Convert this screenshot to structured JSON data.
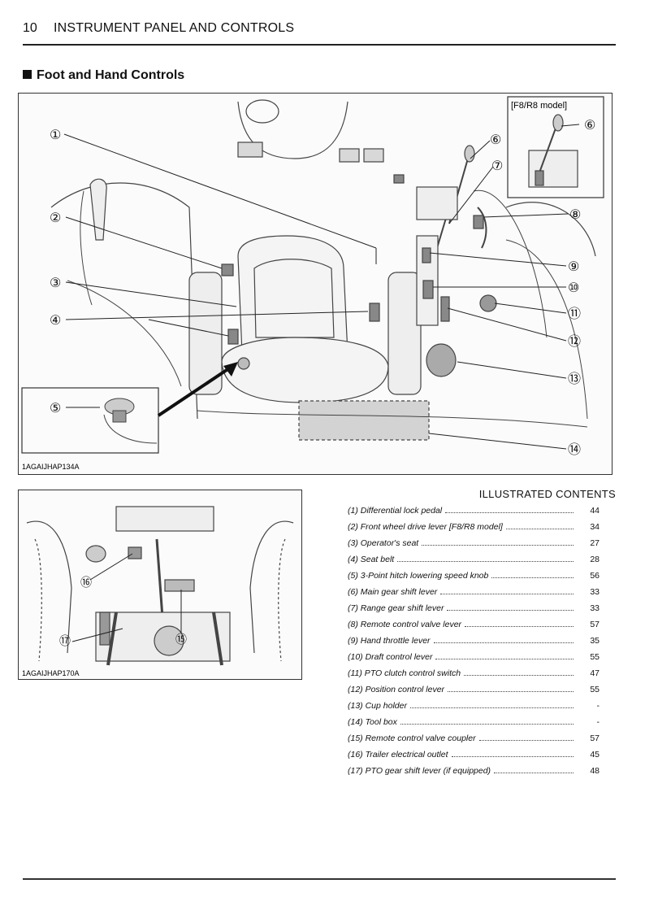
{
  "header": {
    "page_number": "10",
    "title": "INSTRUMENT PANEL AND CONTROLS"
  },
  "section": {
    "title": "Foot and Hand Controls"
  },
  "figure_main": {
    "inset_label": "[F8/R8 model]",
    "code": "1AGAIJHAP134A",
    "callouts": [
      "①",
      "②",
      "③",
      "④",
      "⑤",
      "⑥",
      "⑦",
      "⑧",
      "⑨",
      "⑩",
      "⑪",
      "⑫",
      "⑬",
      "⑭"
    ]
  },
  "figure_bottom": {
    "code": "1AGAIJHAP170A",
    "callouts": [
      "⑮",
      "⑯",
      "⑰"
    ]
  },
  "contents": {
    "title": "ILLUSTRATED CONTENTS",
    "items": [
      {
        "label": "(1) Differential lock pedal",
        "page": "44"
      },
      {
        "label": "(2) Front wheel drive lever [F8/R8 model]",
        "page": "34"
      },
      {
        "label": "(3) Operator's seat",
        "page": "27"
      },
      {
        "label": "(4) Seat belt",
        "page": "28"
      },
      {
        "label": "(5) 3-Point hitch lowering speed knob",
        "page": "56"
      },
      {
        "label": "(6) Main gear shift lever",
        "page": "33"
      },
      {
        "label": "(7) Range gear shift lever",
        "page": "33"
      },
      {
        "label": "(8) Remote control valve lever",
        "page": "57"
      },
      {
        "label": "(9) Hand throttle lever",
        "page": "35"
      },
      {
        "label": "(10) Draft control lever",
        "page": "55"
      },
      {
        "label": "(11) PTO clutch control switch",
        "page": "47"
      },
      {
        "label": "(12) Position control lever",
        "page": "55"
      },
      {
        "label": "(13) Cup holder",
        "page": "-"
      },
      {
        "label": "(14) Tool box",
        "page": "-"
      },
      {
        "label": "(15) Remote control valve coupler",
        "page": "57"
      },
      {
        "label": "(16) Trailer electrical outlet",
        "page": "45"
      },
      {
        "label": "(17) PTO gear shift lever (if equipped)",
        "page": "48"
      }
    ]
  }
}
